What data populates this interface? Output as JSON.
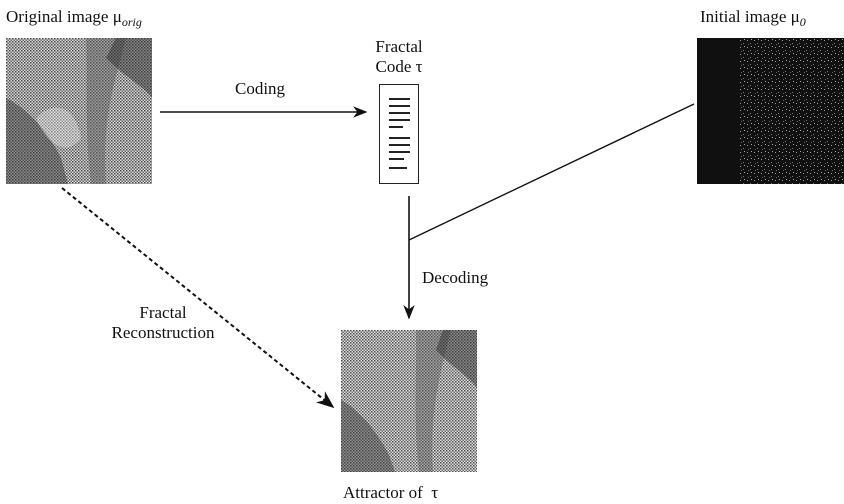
{
  "labels": {
    "original": {
      "prefix": "Original image",
      "mu": "μ",
      "sub": "orig"
    },
    "initial": {
      "prefix": "Initial image",
      "mu": "μ",
      "sub": "0"
    },
    "code_line1": "Fractal",
    "code_line2_prefix": "Code",
    "code_line2_tau": "τ",
    "coding": "Coding",
    "decoding": "Decoding",
    "recon_line1": "Fractal",
    "recon_line2": "Reconstruction",
    "attractor_prefix": "Attractor of",
    "attractor_tau": "τ"
  },
  "colors": {
    "ink": "#111111",
    "image_dark": "#101010"
  }
}
